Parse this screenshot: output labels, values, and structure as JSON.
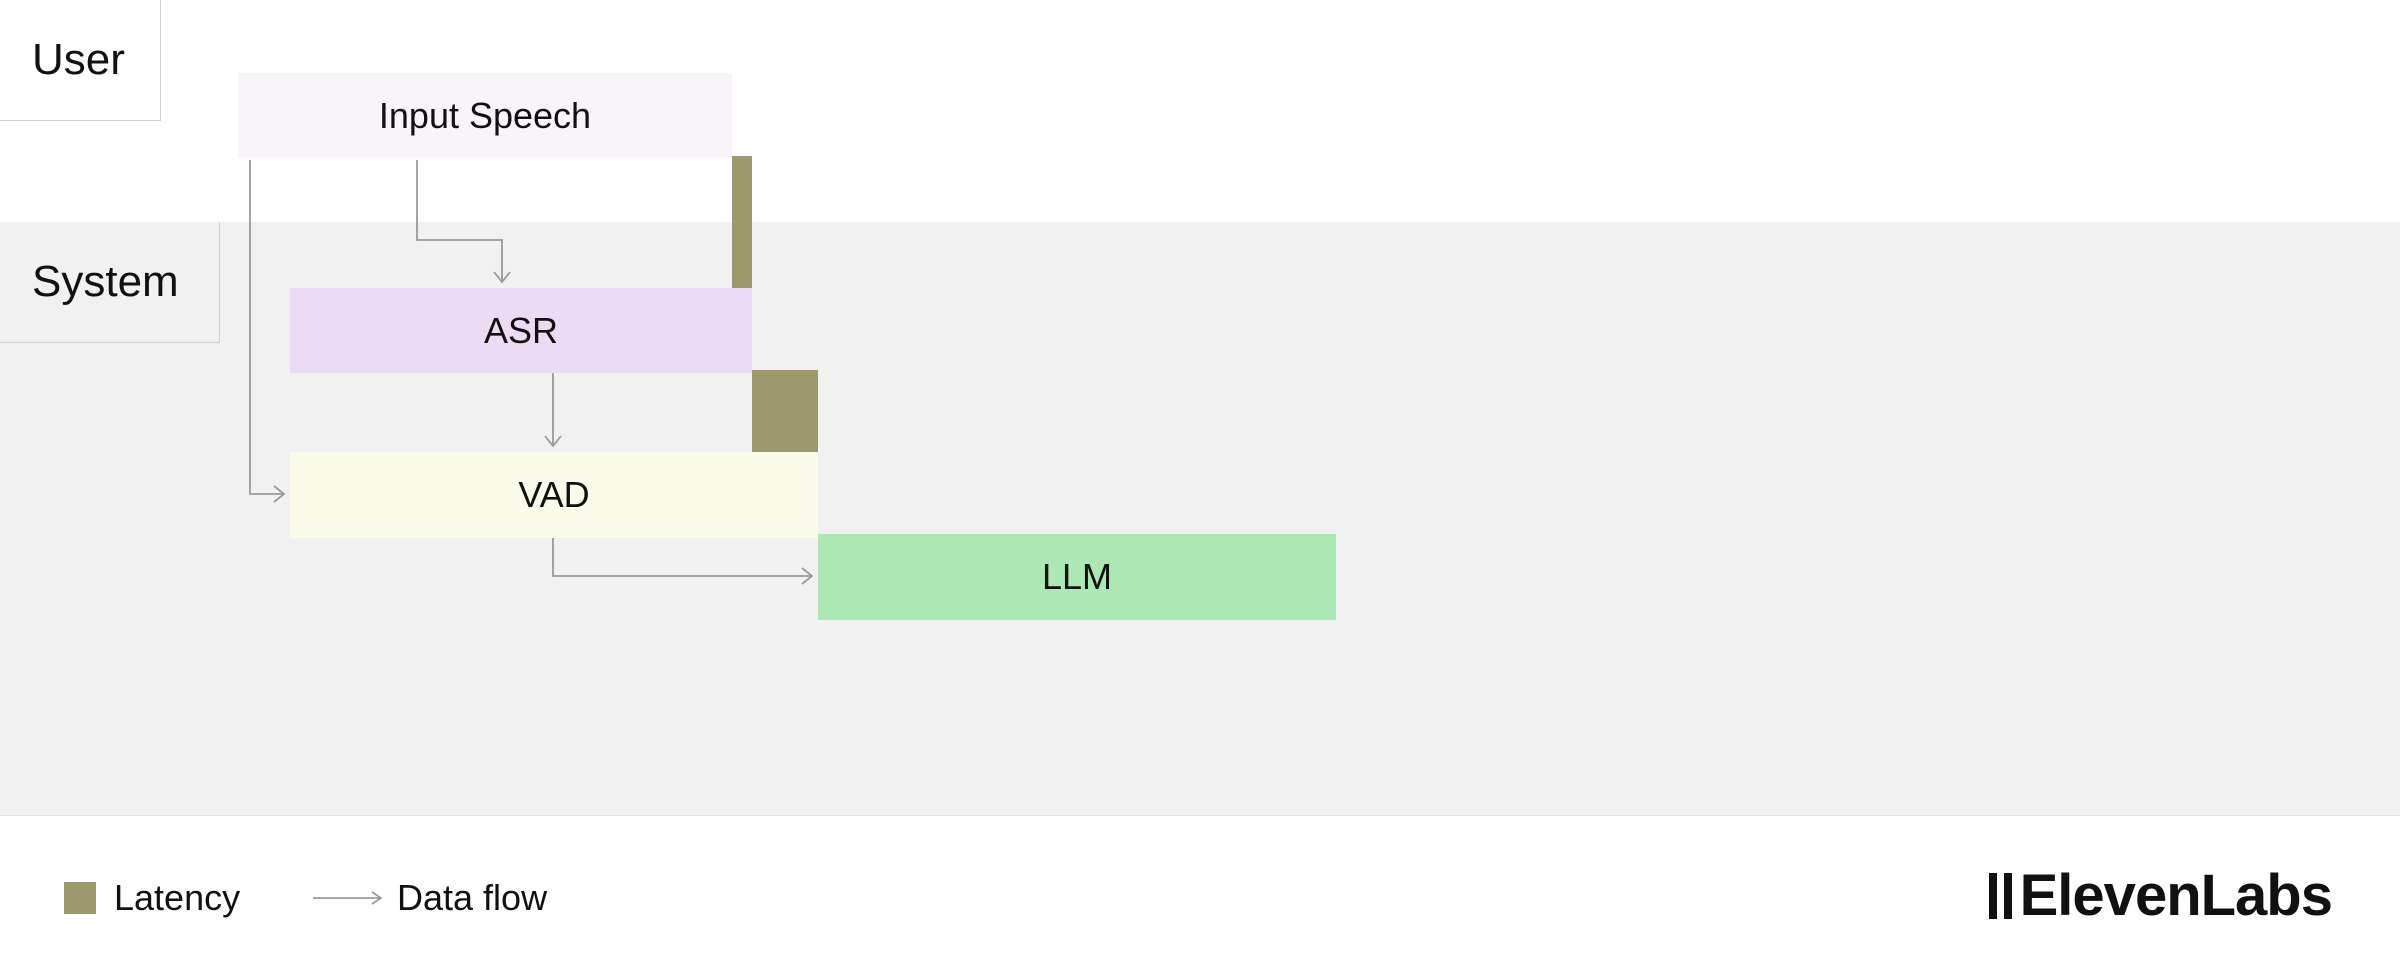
{
  "lanes": {
    "user": "User",
    "system": "System"
  },
  "boxes": {
    "input_speech": {
      "label": "Input Speech",
      "color": "#f9f4fa"
    },
    "asr": {
      "label": "ASR",
      "color": "#ecdbf5"
    },
    "vad": {
      "label": "VAD",
      "color": "#fafbe9"
    },
    "llm": {
      "label": "LLM",
      "color": "#abe8b3"
    }
  },
  "legend": {
    "latency": {
      "label": "Latency",
      "color": "#9c9a6b"
    },
    "data_flow": {
      "label": "Data flow",
      "color": "#9a9a9a"
    }
  },
  "brand": {
    "name": "ElevenLabs"
  },
  "colors": {
    "system_band": "#f1f1f1",
    "background": "#ffffff"
  }
}
